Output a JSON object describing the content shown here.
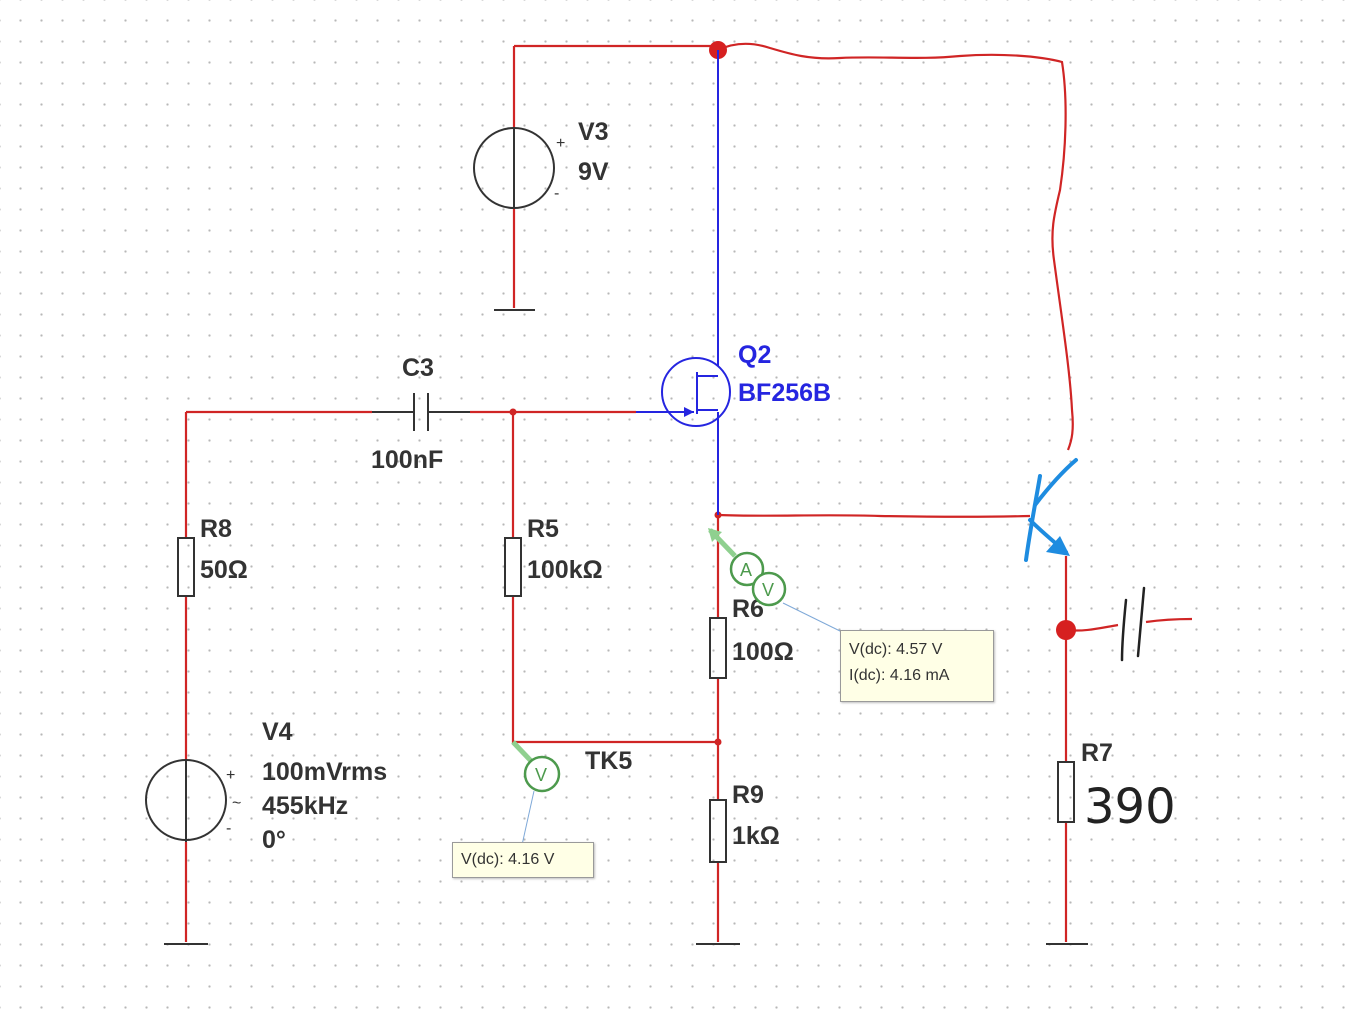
{
  "components": {
    "v3": {
      "ref": "V3",
      "value": "9V"
    },
    "q2": {
      "ref": "Q2",
      "value": "BF256B"
    },
    "c3": {
      "ref": "C3",
      "value": "100nF"
    },
    "r8": {
      "ref": "R8",
      "value": "50Ω"
    },
    "r5": {
      "ref": "R5",
      "value": "100kΩ"
    },
    "r6": {
      "ref": "R6",
      "value": "100Ω"
    },
    "r9": {
      "ref": "R9",
      "value": "1kΩ"
    },
    "r7": {
      "ref": "R7",
      "value": "390"
    },
    "v4": {
      "ref": "V4",
      "amplitude": "100mVrms",
      "frequency": "455kHz",
      "phase": "0°"
    }
  },
  "probes": {
    "tk5": {
      "ref": "TK5",
      "vdc": "V(dc): 4.16 V"
    },
    "r6_probe": {
      "vdc": "V(dc): 4.57 V",
      "idc": "I(dc): 4.16 mA"
    }
  },
  "symbols": {
    "plus": "+",
    "minus": "-",
    "tilde": "~",
    "ammeter": "A",
    "voltmeter": "V"
  },
  "colors": {
    "wire": "#d02525",
    "jfet": "#2525e0",
    "ink_blue": "#1e8ce0",
    "probe": "#4d9a4d"
  }
}
